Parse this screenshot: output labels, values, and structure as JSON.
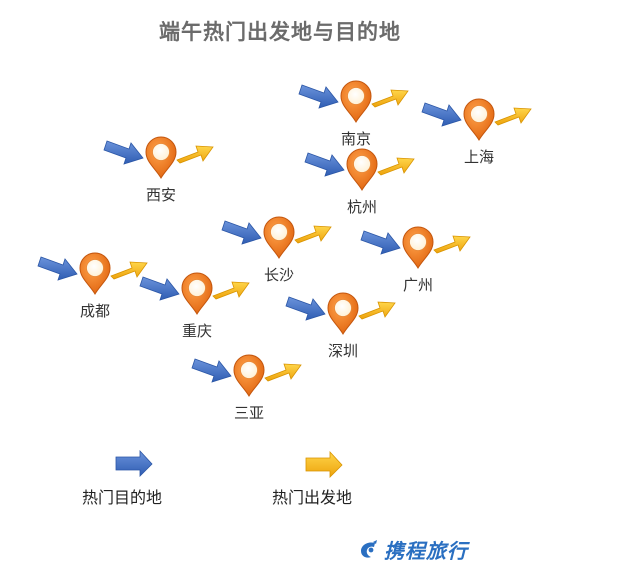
{
  "title": "端午热门出发地与目的地",
  "colors": {
    "destination_arrow": "#3f6fc4",
    "origin_arrow": "#f5b51a",
    "pin": "#f07a1a",
    "pin_dark": "#d45d10",
    "brand": "#2a6fc1"
  },
  "cities": [
    {
      "name": "南京"
    },
    {
      "name": "上海"
    },
    {
      "name": "西安"
    },
    {
      "name": "杭州"
    },
    {
      "name": "长沙"
    },
    {
      "name": "广州"
    },
    {
      "name": "成都"
    },
    {
      "name": "重庆"
    },
    {
      "name": "深圳"
    },
    {
      "name": "三亚"
    }
  ],
  "legend": {
    "destination_label": "热门目的地",
    "origin_label": "热门出发地"
  },
  "brand": {
    "name": "携程旅行",
    "icon": "ctrip-dolphin-icon"
  }
}
